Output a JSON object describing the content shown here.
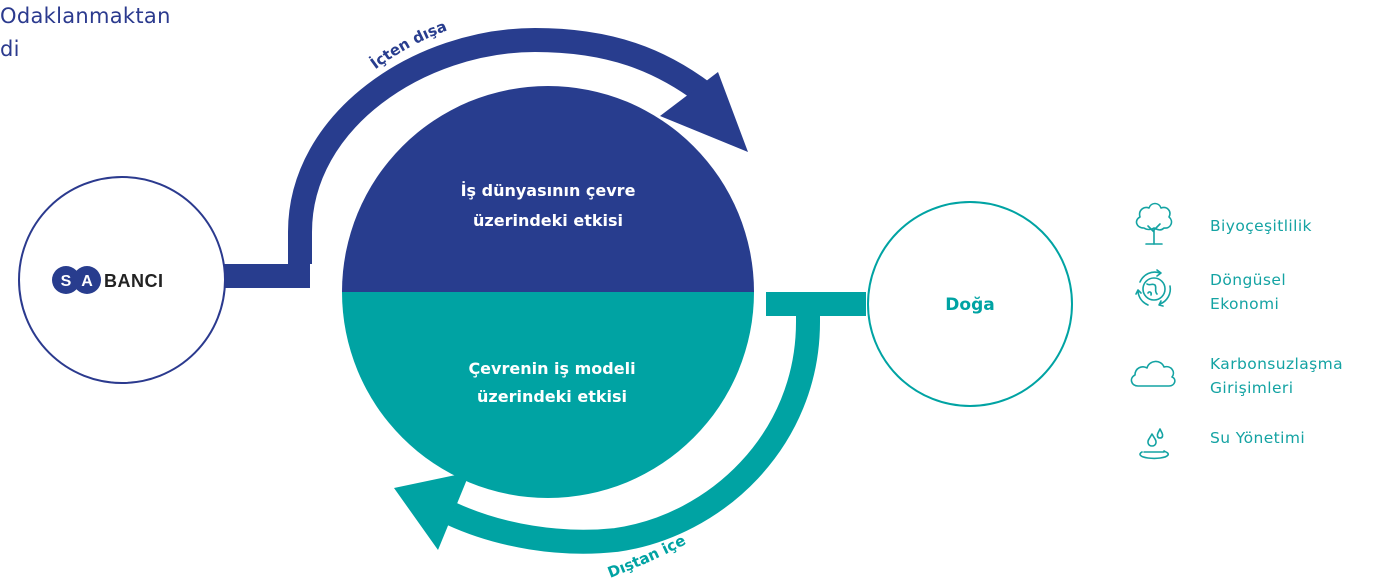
{
  "heading": {
    "line1": "Odaklanmaktan",
    "line2": "di"
  },
  "diagram": {
    "top_arrow_label": "İçten dışa",
    "bottom_arrow_label": "Dıştan içe",
    "company_logo_text": "BANCI",
    "logo_letters": [
      "S",
      "A"
    ],
    "top_half_text": [
      "İş dünyasının çevre",
      "üzerindeki etkisi"
    ],
    "bottom_half_text": [
      "Çevrenin iş modeli",
      "üzerindeki etkisi"
    ],
    "nature_label": "Doğa"
  },
  "legend": {
    "items": [
      {
        "label": "Biyoçeşitlilik",
        "icon": "tree-icon"
      },
      {
        "label": "Döngüsel\nEkonomi",
        "icon": "recycle-globe-icon"
      },
      {
        "label": "Karbonsuzlaşma\nGirişimleri",
        "icon": "cloud-icon"
      },
      {
        "label": "Su Yönetimi",
        "icon": "water-drops-icon"
      }
    ]
  },
  "colors": {
    "navy": "#283d8e",
    "teal": "#00a3a3",
    "heading": "#2b3a8e",
    "legend_text": "#14a3a3",
    "circle_border": "#2b3a8e",
    "nature_border": "#00a3a3",
    "nature_text": "#00a3a3"
  }
}
